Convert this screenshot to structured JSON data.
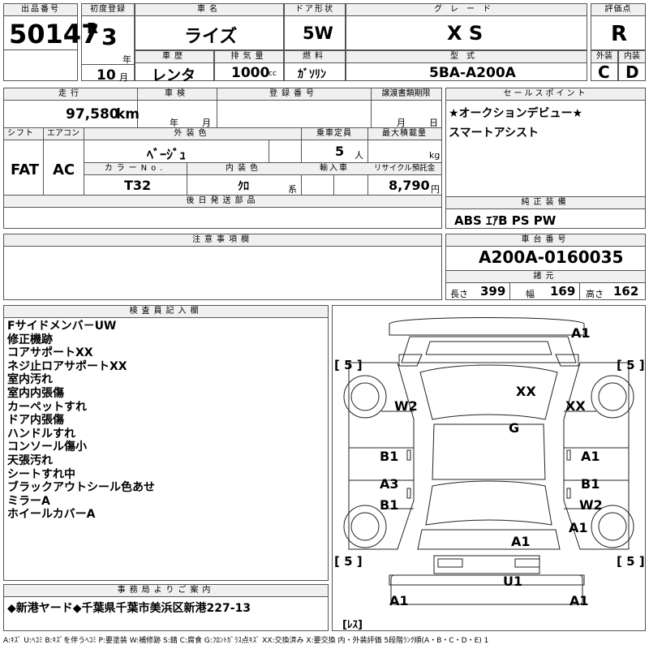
{
  "header": {
    "lot_label": "出品番号",
    "lot_no": "50147",
    "first_reg_label": "初度登録",
    "era": "R",
    "year": "3",
    "year_unit": "年",
    "month": "10",
    "month_unit": "月",
    "car_name_label": "車名",
    "car_name": "ライズ",
    "doors_label": "ドア形状",
    "doors": "5W",
    "grade_label": "グレード",
    "grade": "X S",
    "rating_label": "評価点",
    "rating": "R",
    "history_label": "車歴",
    "history": "レンタ",
    "displacement_label": "排気量",
    "displacement": "1000",
    "displacement_unit": "cc",
    "fuel_label": "燃料",
    "fuel": "ｶﾞｿﾘﾝ",
    "model_label": "型式",
    "model": "5BA-A200A",
    "ext_label": "外装",
    "ext_grade": "C",
    "int_label": "内装",
    "int_grade": "D"
  },
  "details": {
    "mileage_label": "走行",
    "mileage": "97,580",
    "mileage_unit": "km",
    "inspection_label": "車検",
    "insp_year_unit": "年",
    "insp_month_unit": "月",
    "registration_label": "登録番号",
    "transfer_label": "譲渡書類期限",
    "transfer_month_unit": "月",
    "transfer_day_unit": "日",
    "shift_label": "シフト",
    "shift": "FAT",
    "aircon_label": "エアコン",
    "aircon": "AC",
    "ext_color_label": "外装色",
    "ext_color": "ﾍﾞｰｼﾞｭ",
    "capacity_label": "乗車定員",
    "capacity": "5",
    "capacity_unit": "人",
    "max_load_label": "最大積載量",
    "max_load_unit": "kg",
    "color_no_label": "カラーNo.",
    "color_no": "T32",
    "int_color_label": "内装色",
    "int_color": "ｸﾛ",
    "int_color_unit": "系",
    "import_label": "輸入車",
    "recycle_label": "リサイクル預託金",
    "recycle": "8,790",
    "recycle_unit": "円",
    "later_parts_label": "後日発送部品"
  },
  "selling_points": {
    "label": "セールスポイント",
    "lines": [
      "★オークションデビュー★",
      "スマートアシスト"
    ]
  },
  "equipment": {
    "label": "純正装備",
    "value": "ABS ｴｱB PS PW"
  },
  "caution": {
    "label": "注意事項欄"
  },
  "chassis": {
    "label": "車台番号",
    "value": "A200A-0160035",
    "specs_label": "諸元",
    "length_label": "長さ",
    "length": "399",
    "width_label": "幅",
    "width": "169",
    "height_label": "高さ",
    "height": "162"
  },
  "inspector": {
    "label": "検査員記入欄",
    "notes": [
      "Fサイドメンバ－UW",
      "修正機跡",
      "コアサポートXX",
      "ネジ止ロアサポートXX",
      "室内汚れ",
      "室内内張傷",
      "カーペットすれ",
      "ドア内張傷",
      "ハンドルすれ",
      "コンソール傷小",
      "天張汚れ",
      "シートすれ中",
      "ブラックアウトシール色あせ",
      "ミラーA",
      "ホイールカバーA"
    ]
  },
  "office": {
    "label": "事務局よりご案内",
    "text": "◆新港ヤード◆千葉県千葉市美浜区新港227-13"
  },
  "diagram": {
    "tires": [
      "[ 5 ]",
      "[ 5 ]",
      "[ 5 ]",
      "[ 5 ]"
    ],
    "spare": "[ﾚｽ]",
    "damage": [
      "A1",
      "XX",
      "W2",
      "XX",
      "G",
      "B1",
      "A1",
      "A3",
      "B1",
      "B1",
      "W2",
      "A1",
      "A1",
      "U1",
      "A1",
      "A1"
    ]
  },
  "legend": "A:ｷｽﾞ U:ﾍｺﾐ B:ｷｽﾞを伴うﾍｺﾐ P:要塗装 W:補修跡 S:錆 C:腐食 G:ﾌﾛﾝﾄｶﾞﾗｽ点ｷｽﾞ XX:交換済み X:要交換 内・外装評価 5段階ﾗﾝｸ順(A・B・C・D・E) 1"
}
